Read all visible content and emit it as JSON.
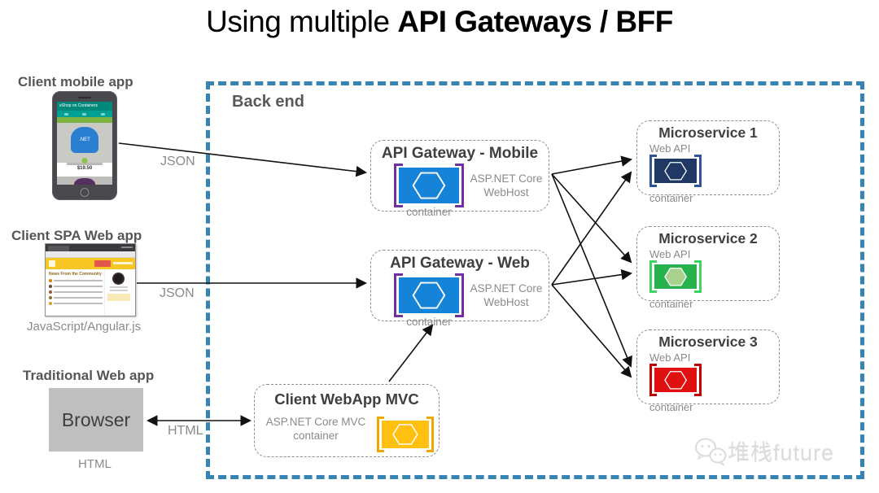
{
  "title": {
    "regular": "Using multiple ",
    "bold": "API Gateways / BFF"
  },
  "clients": {
    "mobile": {
      "label": "Client mobile app",
      "phone": {
        "app_title": "eShop on Containers",
        "logo": ".NET",
        "price": "$19.50"
      }
    },
    "spa": {
      "label": "Client SPA Web app",
      "caption": "JavaScript/Angular.js",
      "browser": {
        "heading": "News From the Community"
      }
    },
    "traditional": {
      "label": "Traditional Web app",
      "box_text": "Browser",
      "caption": "HTML"
    }
  },
  "connections": {
    "json_mobile": "JSON",
    "json_web": "JSON",
    "html": "HTML"
  },
  "backend": {
    "label": "Back end",
    "border_color": "#3584B4",
    "gateways": [
      {
        "title": "API Gateway - Mobile",
        "tech_line1": "ASP.NET Core",
        "tech_line2": "WebHost",
        "container_label": "container",
        "rect_color": "#1584d8",
        "bracket_color": "#7030a0",
        "hex_fill": "none"
      },
      {
        "title": "API Gateway - Web",
        "tech_line1": "ASP.NET Core",
        "tech_line2": "WebHost",
        "container_label": "container",
        "rect_color": "#1584d8",
        "bracket_color": "#7030a0",
        "hex_fill": "none"
      }
    ],
    "mvc": {
      "title": "Client WebApp MVC",
      "tech_line1": "ASP.NET Core MVC",
      "tech_line2": "container",
      "rect_color": "#ffc010",
      "bracket_color": "#eda900",
      "hex_fill": "none"
    },
    "microservices": [
      {
        "title": "Microservice 1",
        "api_label": "Web API",
        "container_label": "container",
        "rect_color": "#1f3864",
        "bracket_color": "#2e5597",
        "hex_fill": "none"
      },
      {
        "title": "Microservice 2",
        "api_label": "Web API",
        "container_label": "container",
        "rect_color": "#27b24e",
        "bracket_color": "#3fd45f",
        "hex_fill": "#a9d18e"
      },
      {
        "title": "Microservice 3",
        "api_label": "Web API",
        "container_label": "container",
        "rect_color": "#e01010",
        "bracket_color": "#c00000",
        "hex_fill": "none"
      }
    ]
  },
  "watermark": {
    "text": "堆栈future"
  }
}
